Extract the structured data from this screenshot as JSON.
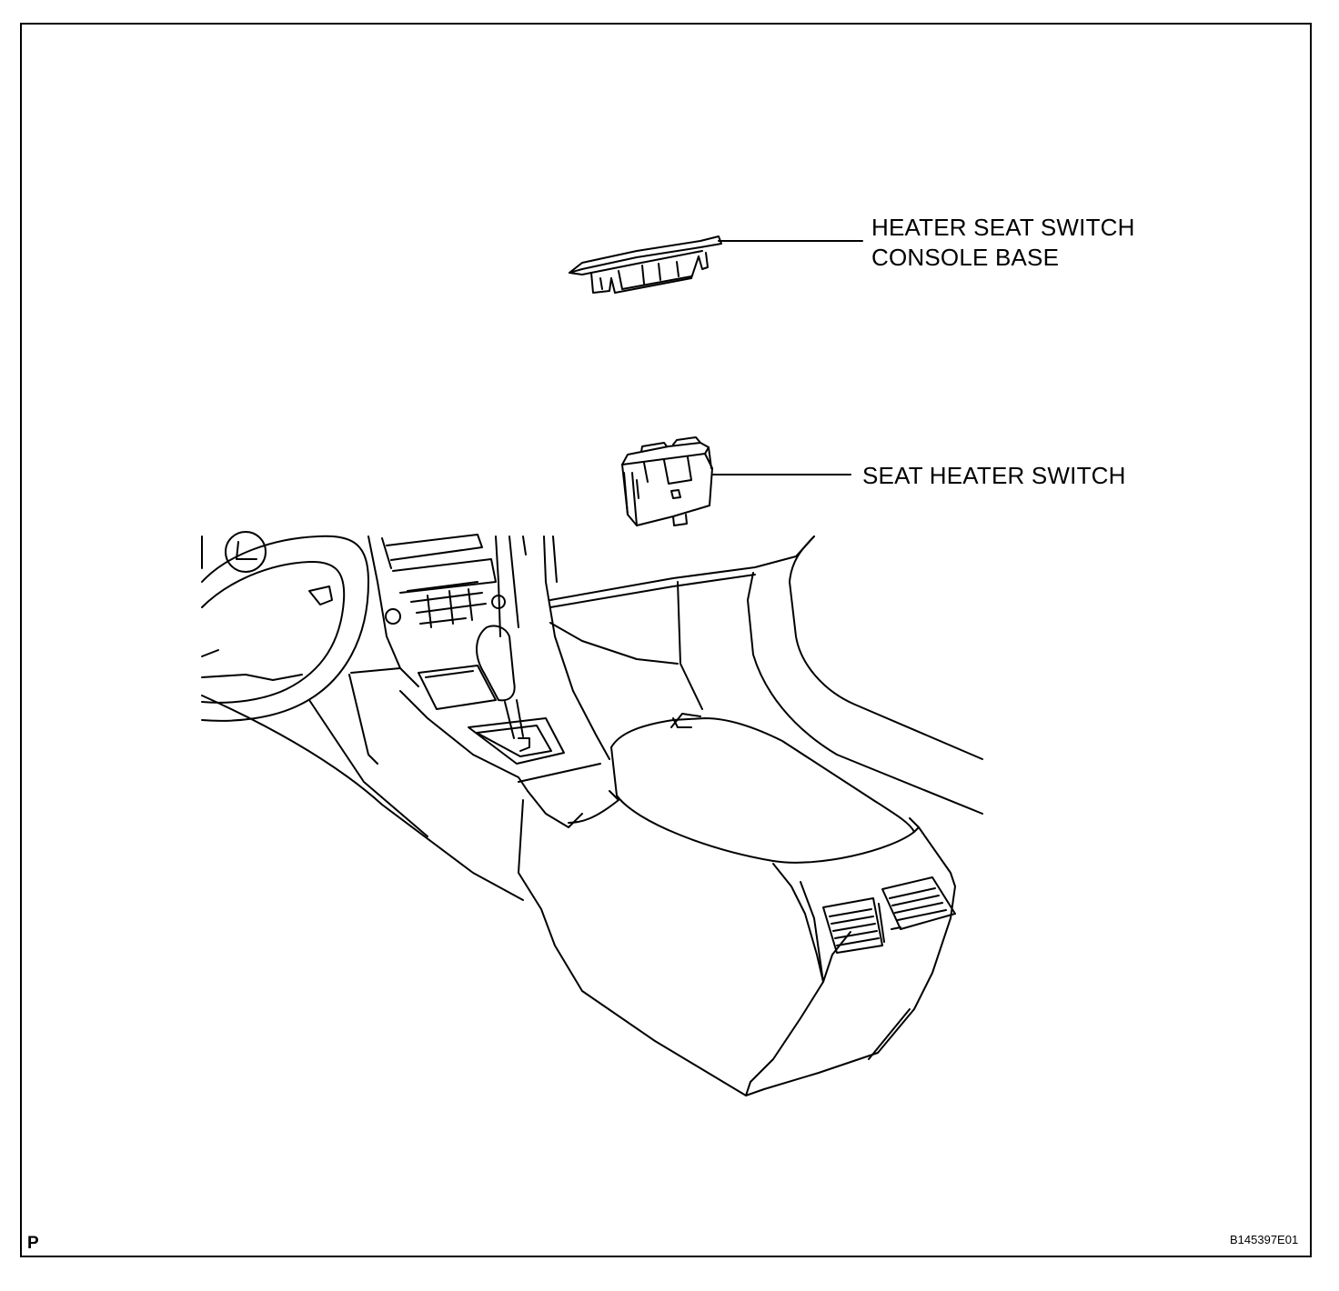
{
  "labels": {
    "console_base": [
      "HEATER SEAT SWITCH",
      "CONSOLE BASE"
    ],
    "seat_heater_switch": "SEAT HEATER SWITCH"
  },
  "corner_mark": "P",
  "figure_id": "B145397E01"
}
